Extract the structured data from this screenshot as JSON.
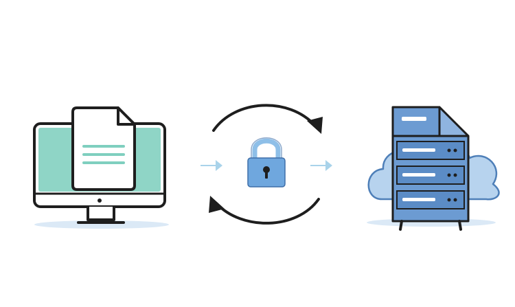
{
  "diagram": {
    "type": "secure-file-transfer-illustration",
    "nodes": [
      {
        "id": "desktop",
        "label": "",
        "icon": "desktop-computer-with-document-icon"
      },
      {
        "id": "lock",
        "label": "",
        "icon": "padlock-icon"
      },
      {
        "id": "server",
        "label": "",
        "icon": "server-rack-with-cloud-icon"
      }
    ],
    "edges": [
      {
        "from": "desktop",
        "to": "lock",
        "style": "light-arrow"
      },
      {
        "from": "lock",
        "to": "server",
        "style": "light-arrow"
      }
    ],
    "cycle_arrows": [
      "clockwise-top-arc",
      "clockwise-bottom-arc"
    ]
  },
  "colors": {
    "outline": "#1e1e1e",
    "screen": "#8fd5c6",
    "paper": "#ffffff",
    "doc_lines": "#7fcfbf",
    "lock_body": "#6fa7de",
    "lock_shackle": "#8ebfe8",
    "server": "#6c9bd2",
    "server_dark": "#4e7fb8",
    "cloud": "#b7d3ee",
    "shadow": "#dbe9f6",
    "flow_arrow": "#a9d3ea",
    "cycle_arrow": "#1e1e1e"
  }
}
